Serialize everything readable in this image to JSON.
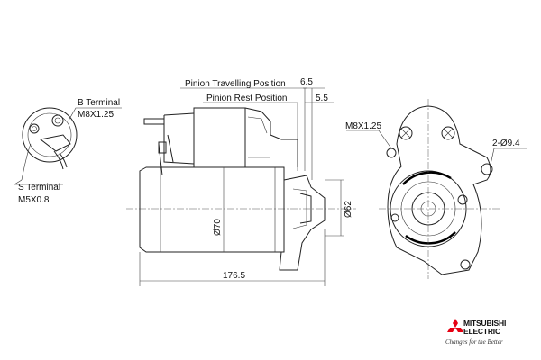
{
  "labels": {
    "b_terminal": "B Terminal",
    "b_terminal_thread": "M8X1.25",
    "s_terminal": "S Terminal",
    "s_terminal_thread": "M5X0.8",
    "pinion_travelling": "Pinion Travelling Position",
    "pinion_travelling_value": "6.5",
    "pinion_rest": "Pinion Rest Position",
    "pinion_rest_value": "5.5",
    "mount_thread": "M8X1.25",
    "mount_holes": "2-Ø9.4",
    "body_diameter": "Ø70",
    "pilot_diameter": "Ø62",
    "overall_length": "176.5"
  },
  "brand": {
    "name_line1": "MITSUBISHI",
    "name_line2": "ELECTRIC",
    "tagline": "Changes for the Better",
    "logo_color": "#e60012"
  }
}
